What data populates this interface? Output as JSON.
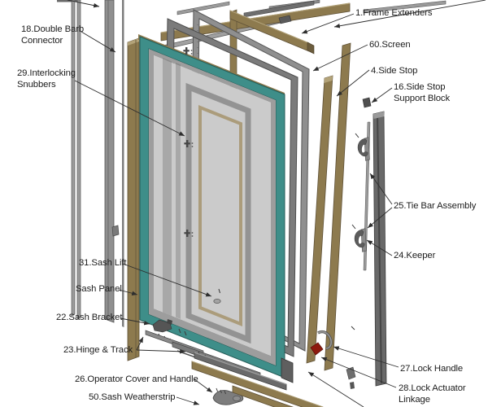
{
  "meta": {
    "description": "Exploded parts diagram of a casement window assembly",
    "background": "#FFFFFF"
  },
  "colors": {
    "teal": "#3E8E89",
    "teal_dark": "#255C58",
    "tan": "#8D7A4E",
    "tan_dark": "#5F5137",
    "tan_light": "#B3A379",
    "frame_gray": "#8F8F8F",
    "frame_gray_2": "#7B7B7B",
    "steel": "#696969",
    "glass": "#CBCBCB",
    "lock_red": "#8E1A0E",
    "line": "#2E2E2E",
    "text": "#1C1C1C"
  },
  "labels": [
    {
      "id": "double-barb-connector",
      "text": "18.Double Barb\nConnector"
    },
    {
      "id": "interlocking-snubbers",
      "text": "29.Interlocking\nSnubbers"
    },
    {
      "id": "frame-extenders",
      "text": "1.Frame Extenders"
    },
    {
      "id": "screen",
      "text": "60.Screen"
    },
    {
      "id": "side-stop",
      "text": "4.Side Stop"
    },
    {
      "id": "side-stop-support-block",
      "text": "16.Side Stop\nSupport Block"
    },
    {
      "id": "tie-bar-assembly",
      "text": "25.Tie Bar Assembly"
    },
    {
      "id": "keeper",
      "text": "24.Keeper"
    },
    {
      "id": "sash-lift",
      "text": "31.Sash Lift"
    },
    {
      "id": "sash-panel",
      "text": "Sash Panel"
    },
    {
      "id": "sash-bracket",
      "text": "22.Sash Bracket"
    },
    {
      "id": "hinge-and-track",
      "text": "23.Hinge & Track"
    },
    {
      "id": "operator-cover-and-handle",
      "text": "26.Operator Cover and Handle"
    },
    {
      "id": "sash-weatherstrip",
      "text": "50.Sash Weatherstrip"
    },
    {
      "id": "lock-handle",
      "text": "27.Lock Handle"
    },
    {
      "id": "lock-actuator-linkage",
      "text": "28.Lock Actuator\nLinkage"
    }
  ]
}
